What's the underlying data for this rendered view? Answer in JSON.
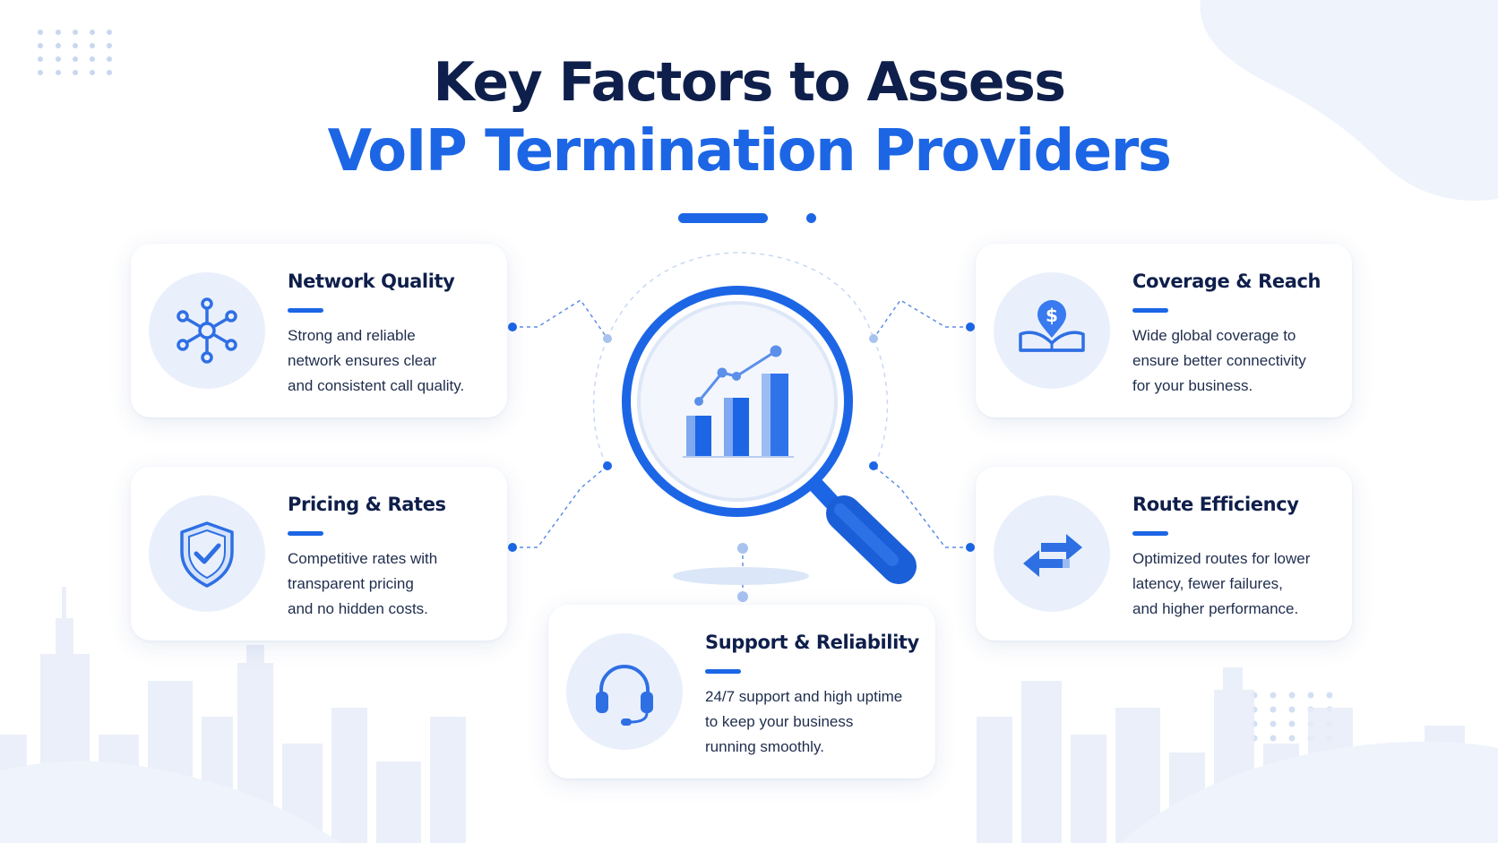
{
  "title": {
    "line1": "Key Factors to Assess",
    "line2": "VoIP Termination Providers"
  },
  "colors": {
    "accent": "#1c66e6",
    "navy": "#0f1f4b",
    "icon_bg": "#e9f0fc"
  },
  "cards": [
    {
      "title": "Network Quality",
      "icon": "network-nodes-icon",
      "desc": [
        "Strong and reliable",
        "network ensures clear",
        "and consistent call quality."
      ]
    },
    {
      "title": "Coverage & Reach",
      "icon": "dollar-map-pin-icon",
      "desc": [
        "Wide global coverage to",
        "ensure better connectivity",
        "for your business."
      ]
    },
    {
      "title": "Pricing & Rates",
      "icon": "shield-check-icon",
      "desc": [
        "Competitive rates with",
        "transparent pricing",
        "and no hidden costs."
      ]
    },
    {
      "title": "Route Efficiency",
      "icon": "swap-arrows-icon",
      "desc": [
        "Optimized routes for lower",
        "latency, fewer failures,",
        "and higher performance."
      ]
    },
    {
      "title": "Support & Reliability",
      "icon": "headset-icon",
      "desc": [
        "24/7 support and high uptime",
        "to keep your business",
        "running smoothly."
      ]
    }
  ],
  "center_icon": "magnifier-bar-chart-icon"
}
